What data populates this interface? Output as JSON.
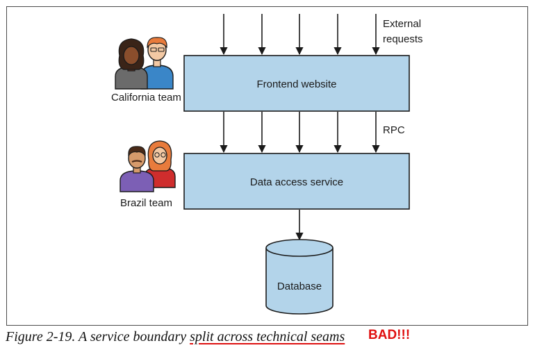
{
  "diagram": {
    "external_label_line1": "External",
    "external_label_line2": "requests",
    "frontend_label": "Frontend website",
    "rpc_label": "RPC",
    "data_access_label": "Data access service",
    "database_label": "Database",
    "california_team_label": "California team",
    "brazil_team_label": "Brazil team"
  },
  "caption": {
    "prefix": "Figure 2-19. A service boundary ",
    "underlined": "split across technical seams",
    "annotation": "BAD!!!"
  },
  "colors": {
    "box_fill": "#b3d4ea",
    "stroke": "#1a1a1a",
    "annotation": "#e01010"
  },
  "icons": [
    "team-people-icon",
    "team-people-icon"
  ]
}
